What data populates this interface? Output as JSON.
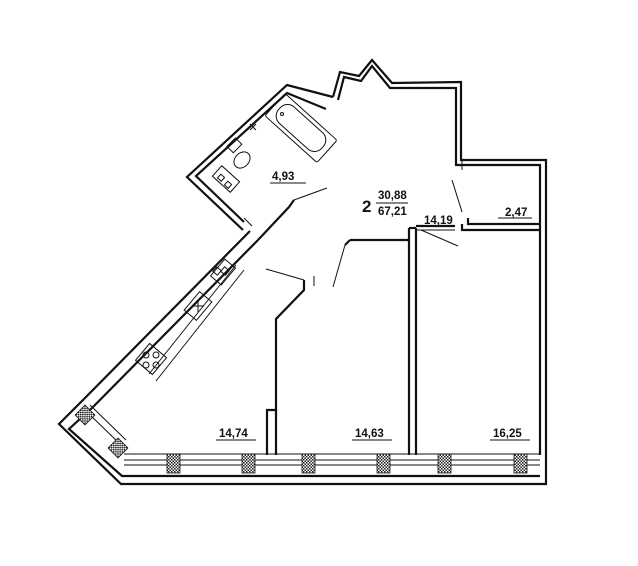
{
  "plan": {
    "rooms_count": "2",
    "living_area": "30,88",
    "total_area": "67,21",
    "rooms": {
      "bathroom": "4,93",
      "corridor": "14,19",
      "storage": "2,47",
      "kitchen": "14,74",
      "room_middle": "14,63",
      "room_right": "16,25"
    }
  }
}
